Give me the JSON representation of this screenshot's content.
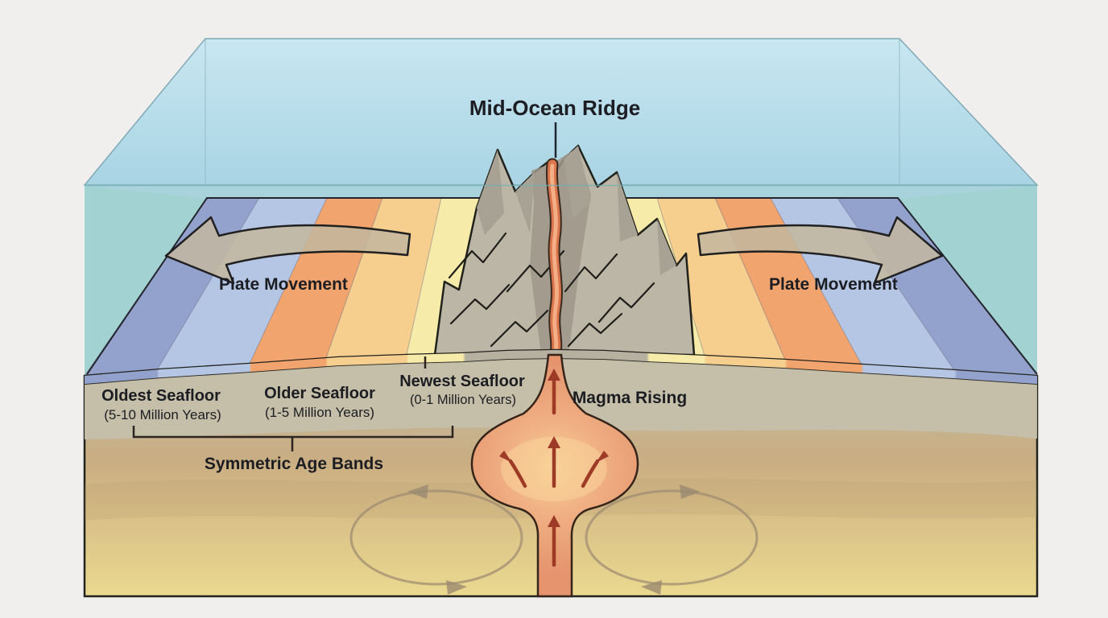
{
  "diagram": {
    "title": "Mid-Ocean Ridge",
    "labels": {
      "plate_movement_left": "Plate Movement",
      "plate_movement_right": "Plate Movement",
      "oldest_seafloor": {
        "name": "Oldest Seafloor",
        "age": "(5-10 Million Years)"
      },
      "older_seafloor": {
        "name": "Older Seafloor",
        "age": "(1-5 Million Years)"
      },
      "newest_seafloor": {
        "name": "Newest Seafloor",
        "age": "(0-1 Million Years)"
      },
      "magma_rising": "Magma Rising",
      "symmetric_age_bands": "Symmetric Age Bands"
    },
    "colors": {
      "background": "#f0efed",
      "water_surface": "#b9dde9",
      "water_front": "#a8d2dc",
      "water_side_teal": "#a3d2d2",
      "band_blue_purple": "#93a2cd",
      "band_light_blue": "#b4c6e4",
      "band_orange": "#f1a46d",
      "band_yellow_orange": "#f6cf8f",
      "band_pale_yellow": "#f7eba9",
      "ridge_gray": "#bcb6a6",
      "ridge_shadow": "#a8a295",
      "lithosphere": "#c5bfaa",
      "mantle_tan": "#c9ad83",
      "mantle_gold": "#e9d88f",
      "magma_fill": "#e5946e",
      "magma_core": "#f8cf96",
      "magma_arrow": "#9e3b26",
      "convection_arrow": "#9b8970",
      "outline": "#23231d",
      "text": "#1c1d22"
    }
  }
}
